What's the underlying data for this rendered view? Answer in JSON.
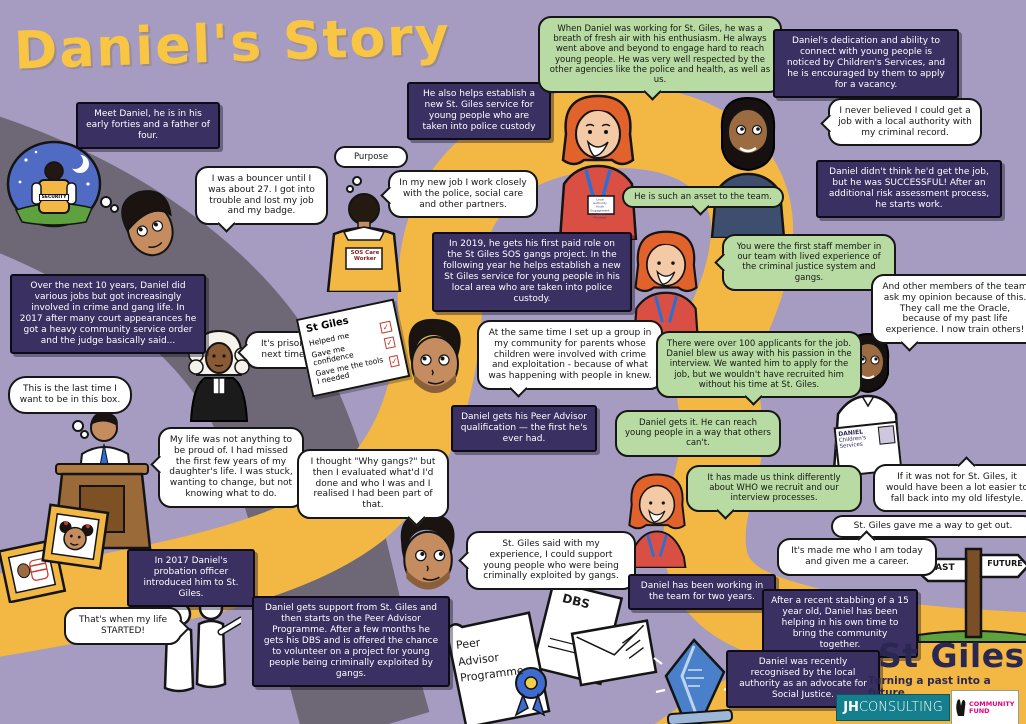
{
  "title": "Daniel's Story",
  "colors": {
    "background": "#a69bc0",
    "road_yellow": "#f2b843",
    "road_gray": "#6e6876",
    "narration_bg": "#3a3162",
    "quote_green": "#b7dba3",
    "title_yellow": "#f9c643",
    "brand_navy": "#2b2753",
    "jh_teal": "#157f8d",
    "fund_magenta": "#e6007a",
    "award_blue": "#4a7fc9"
  },
  "narration": {
    "meet": "Meet Daniel, he is in his early forties and a father of four.",
    "decade": "Over the next 10 years, Daniel did various jobs but got increasingly involved in crime and gang life. In 2017 after many court appearances he got a heavy community service order and the judge basically said...",
    "probation": "In 2017 Daniel's probation officer introduced him to St. Giles.",
    "support": "Daniel gets support from St. Giles and then starts on the Peer Advisor Programme. After a few months he gets his DBS and is offered the chance to volunteer on a project for young people being criminally exploited by gangs.",
    "qualification": "Daniel gets his Peer Advisor qualification — the first he's ever had.",
    "paid_role": "In 2019, he gets his first paid role on the St Giles SOS gangs project. In the following year he helps establish a new St Giles service for young people in his local area who are taken into police custody.",
    "custody_service": "He also helps establish a new St. Giles service for young people who are taken into police custody",
    "dedication": "Daniel's dedication and ability to connect with young people is noticed by Children's Services, and he is encouraged by them to apply for a vacancy.",
    "successful": "Daniel didn't think he'd get the job, but he was SUCCESSFUL! After an additional risk assessment process, he starts work.",
    "two_years": "Daniel has been working in the team for two years.",
    "stabbing": "After a recent stabbing of a 15 year old, Daniel has been helping in his own time to bring the community together.",
    "recognised": "Daniel was recently recognised by the local authority as an advocate for Social Justice."
  },
  "daniel_quotes": {
    "bouncer": "I was a bouncer until I was about 27. I got into trouble and lost my job and my badge.",
    "purpose": "Purpose",
    "new_job": "In my new job I work closely with the police, social care and other partners.",
    "last_box": "This is the last time I want to be in this box.",
    "my_life": "My life was not anything to be proud of. I had missed the first few years of my daughter's life. I was stuck, wanting to change, but not knowing what to do.",
    "started": "That's when my life STARTED!",
    "why_gangs": "I thought \"Why gangs?\" but then I evaluated what'd I'd done and who I was and I realised I had been part of that.",
    "experience": "St. Giles said with my experience, I could support young people who were being criminally exploited by gangs.",
    "same_time": "At the same time I set up a group in my community for parents whose children were involved with crime and exploitation - because of what was happening with people in knew.",
    "never_believed": "I never believed I could get a job with a local authority with my criminal record.",
    "oracle": "And other members of the team ask my opinion because of this. They call me the Oracle, because of my past life experience. I now train others!",
    "fall_back": "If it was not for St. Giles, it would have been a lot easier to fall back into my old lifestyle.",
    "way_out": "St. Giles gave me a way to get out.",
    "career": "It's made me who I am today and given me a career."
  },
  "judge_quote": {
    "prison": "It's prison next time"
  },
  "colleague_quotes": {
    "fresh_air": "When Daniel was working for St. Giles, he was a breath of fresh air with his enthusiasm. He always went above and beyond to engage hard to reach young people. He was very well respected by the other agencies like the police and health, as well as us.",
    "asset": "He is such an asset to the team.",
    "first_staff": "You were the first staff member in our team with lived experience of the criminal justice system and gangs.",
    "applicants": "There were over 100 applicants for the job. Daniel blew us away with his passion in the interview. We wanted him to apply for the job, but we wouldn't have recruited him without his time at St. Giles.",
    "gets_it": "Daniel gets it. He can reach young people in a way that others can't.",
    "differently": "It has made us think differently about WHO we recruit and our interview processes."
  },
  "checklist": {
    "heading": "St Giles",
    "check": "✓",
    "items": [
      "Helped me",
      "Gave me confidence",
      "Gave me the tools I needed"
    ]
  },
  "labels": {
    "security_vest": "SECURITY",
    "sos_vest": "SOS Care Worker",
    "staff_badge": "Local Authority Youth Engagement Team Manager",
    "id_card_name": "DANIEL",
    "id_card_org": "Children's Services",
    "dbs_doc": "DBS",
    "certificate": "Peer Advisor Programme"
  },
  "signpost": {
    "past": "PAST",
    "future": "FUTURE"
  },
  "footer": {
    "brand": "St Giles",
    "tagline": "Turning a past into a future",
    "jh_bold": "JH",
    "jh_rest": "CONSULTING",
    "fund_line1": "COMMUNITY",
    "fund_line2": "FUND"
  }
}
